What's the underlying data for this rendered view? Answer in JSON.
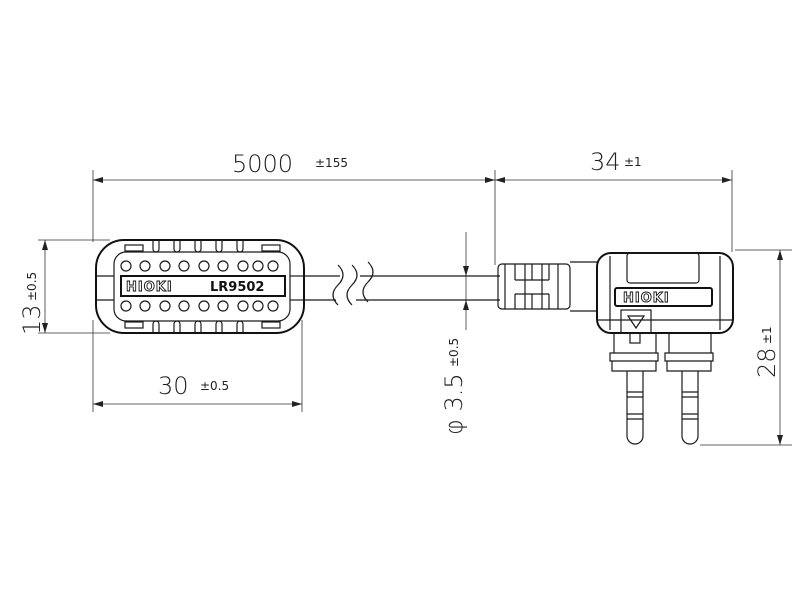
{
  "drawing": {
    "dimensions": {
      "cable_length": {
        "value": "5000",
        "tolerance": "±155"
      },
      "connector_length": {
        "value": "34",
        "tolerance": "±1"
      },
      "sensor_height": {
        "value": "13",
        "tolerance": "±0.5"
      },
      "sensor_width": {
        "value": "30",
        "tolerance": "±0.5"
      },
      "cable_diameter": {
        "value": "φ 3.5",
        "tolerance": "±0.5"
      },
      "connector_height": {
        "value": "28",
        "tolerance": "±1"
      }
    },
    "sensor_label": {
      "brand": "HIOKI",
      "model": "LR9502"
    },
    "connector_label": {
      "brand": "HIOKI"
    }
  }
}
